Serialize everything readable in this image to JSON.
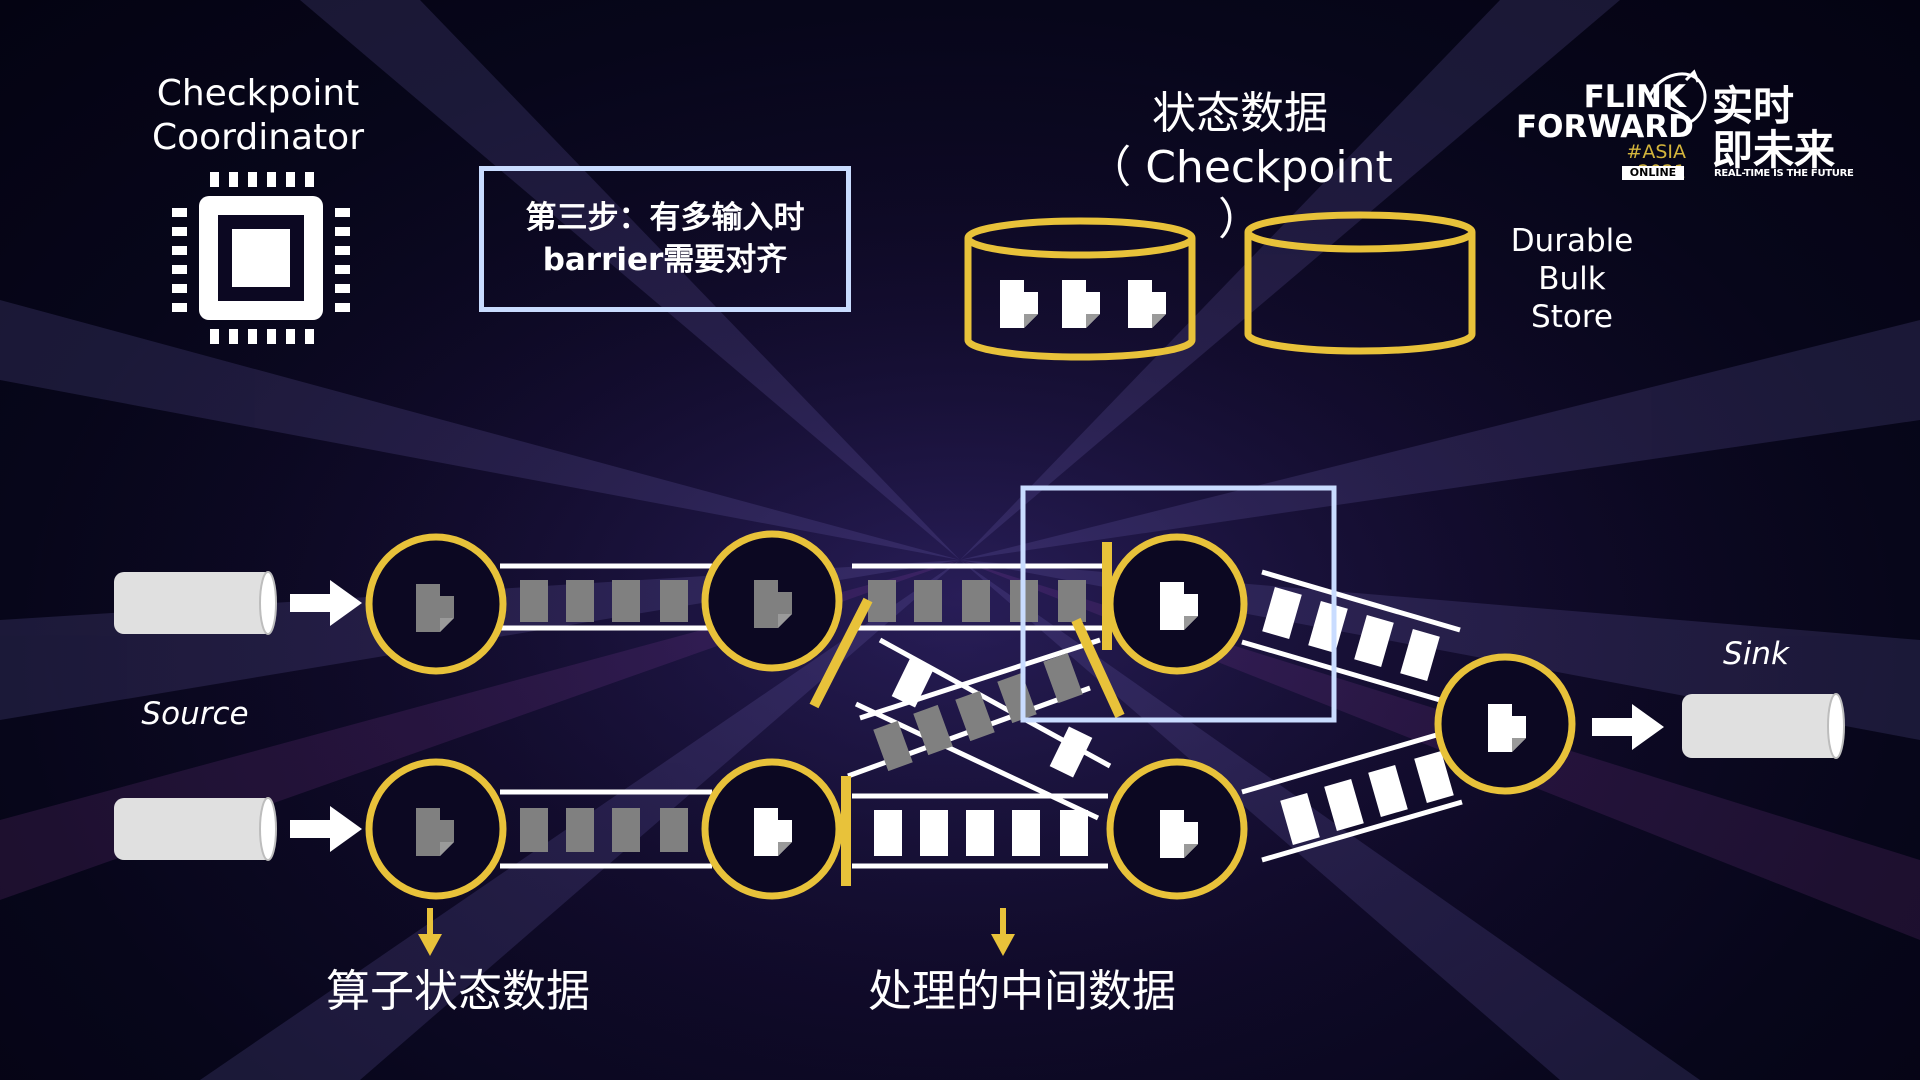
{
  "coordinator": {
    "title_line1": "Checkpoint",
    "title_line2": "Coordinator",
    "icon": "chip-icon"
  },
  "step_box": {
    "line1": "第三步：有多输入时",
    "line2": "barrier需要对齐"
  },
  "state_store": {
    "title": "状态数据",
    "subtitle": "（ Checkpoint ）",
    "icon": "database-icon"
  },
  "durable_store": {
    "line1": "Durable",
    "line2": "Bulk",
    "line3": "Store"
  },
  "logo": {
    "line1": "FLINK",
    "line2": "FORWARD",
    "line3": "#ASIA 2021",
    "badge": "ONLINE",
    "cn_line1": "实时",
    "cn_line2": "即未来",
    "tagline": "REAL-TIME IS THE FUTURE"
  },
  "labels": {
    "source": "Source",
    "sink": "Sink",
    "operator_state": "算子状态数据",
    "intermediate_data": "处理的中间数据"
  },
  "colors": {
    "accent_gold": "#e8c23a",
    "highlight_blue": "#c9dcff",
    "background": "#0c0822",
    "record_gray": "#808080",
    "record_white": "#ffffff"
  }
}
